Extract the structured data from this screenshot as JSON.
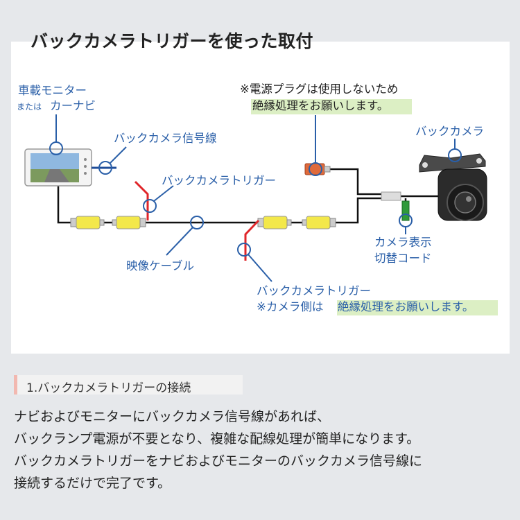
{
  "title": "バックカメラトリガーを使った取付",
  "labels": {
    "monitor_line1": "車載モニター",
    "monitor_line2_small": "または",
    "monitor_line2": "カーナビ",
    "signal_line": "バックカメラ信号線",
    "trigger_top": "バックカメラトリガー",
    "video_cable": "映像ケーブル",
    "trigger_bottom_line1": "バックカメラトリガー",
    "trigger_bottom_line2_a": "※カメラ側は",
    "trigger_bottom_line2_b": "絶縁処理をお願いします。",
    "power_note_line1": "※電源プラグは使用しないため",
    "power_note_line2": "絶縁処理をお願いします。",
    "camera": "バックカメラ",
    "switch_line1": "カメラ表示",
    "switch_line2": "切替コード"
  },
  "section": {
    "title": "1.バックカメラトリガーの接続"
  },
  "description": [
    "ナビおよびモニターにバックカメラ信号線があれば、",
    "バックランプ電源が不要となり、複雑な配線処理が簡単になります。",
    "バックカメラトリガーをナビおよびモニターのバックカメラ信号線に",
    "接続するだけで完了です。"
  ],
  "colors": {
    "accent_blue": "#2a5fa8",
    "highlight_green": "#dcefc4",
    "trigger_red": "#e0262a",
    "rca_yellow": "#f3e84a",
    "power_plug_orange": "#e06a3a"
  }
}
